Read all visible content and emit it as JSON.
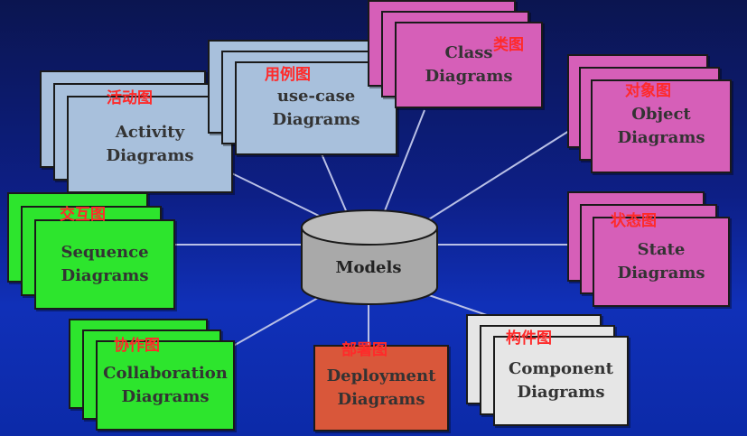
{
  "colors": {
    "background": "#0d1f86",
    "connector": "#b9c0e6",
    "light_blue": "#a8c0dc",
    "magenta": "#d65fb8",
    "green": "#2de52d",
    "orange_red": "#d9573a",
    "light_gray": "#e6e6e6",
    "cylinder": "#aaaaaa",
    "annotation": "#ff2a2a"
  },
  "center": {
    "label": "Models"
  },
  "diagrams": [
    {
      "id": "activity",
      "label": "Activity\nDiagrams",
      "annotation": "活动图",
      "color": "light_blue",
      "icon": "stacked-cards"
    },
    {
      "id": "use-case",
      "label": "use-case\nDiagrams",
      "annotation": "用例图",
      "color": "light_blue",
      "icon": "stacked-cards"
    },
    {
      "id": "class",
      "label": "Class\nDiagrams",
      "annotation": "类图",
      "color": "magenta",
      "icon": "stacked-cards"
    },
    {
      "id": "object",
      "label": "Object\nDiagrams",
      "annotation": "对象图",
      "color": "magenta",
      "icon": "stacked-cards"
    },
    {
      "id": "sequence",
      "label": "Sequence\nDiagrams",
      "annotation": "交互图",
      "color": "green",
      "icon": "stacked-cards"
    },
    {
      "id": "state",
      "label": "State\nDiagrams",
      "annotation": "状态图",
      "color": "magenta",
      "icon": "stacked-cards"
    },
    {
      "id": "collaboration",
      "label": "Collaboration\nDiagrams",
      "annotation": "协作图",
      "color": "green",
      "icon": "stacked-cards"
    },
    {
      "id": "deployment",
      "label": "Deployment\nDiagrams",
      "annotation": "部署图",
      "color": "orange_red",
      "icon": "single-card"
    },
    {
      "id": "component",
      "label": "Component\nDiagrams",
      "annotation": "构件图",
      "color": "light_gray",
      "icon": "stacked-cards"
    }
  ]
}
